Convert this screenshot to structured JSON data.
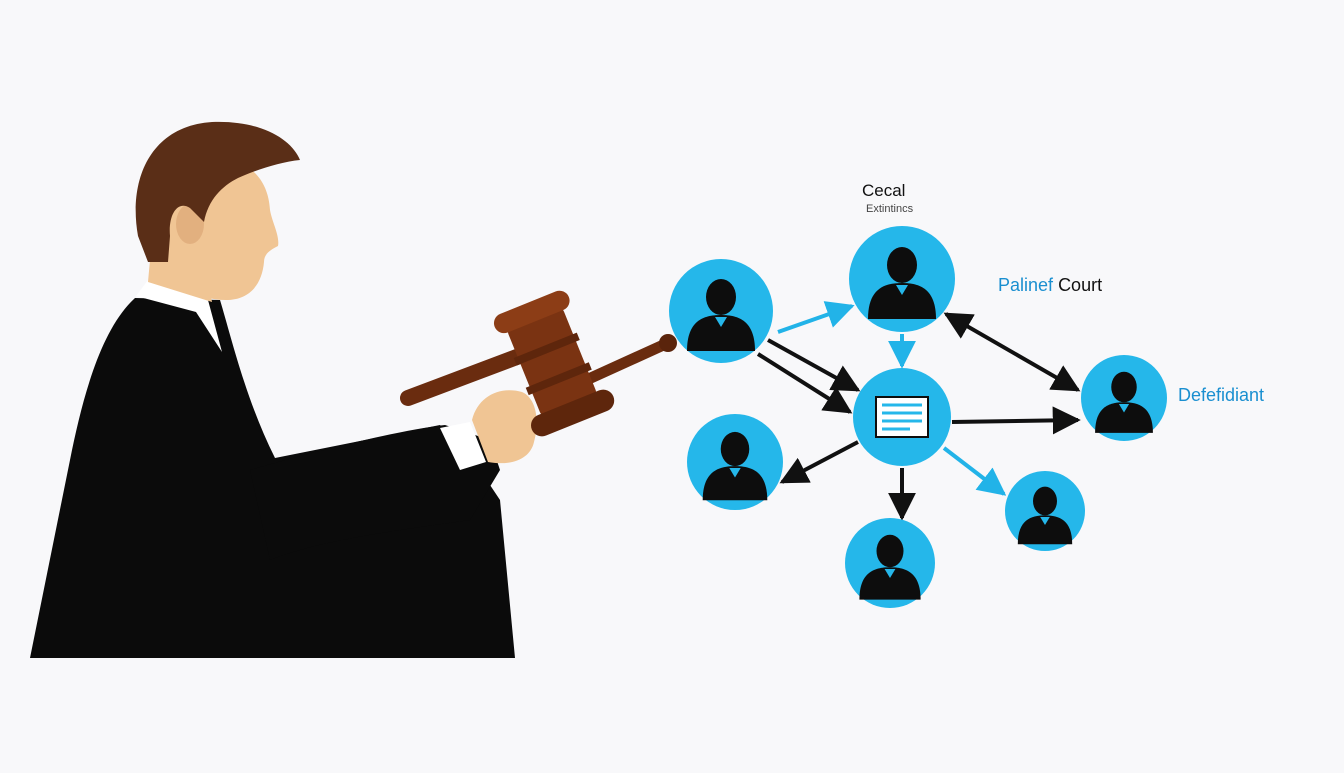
{
  "labels": {
    "title": "Cecal",
    "subtitle": "Extintincs",
    "court_word1": "Palinef",
    "court_word2": "Court",
    "defendant": "Defefidiant"
  },
  "colors": {
    "background": "#f8f8fa",
    "node_fill": "#25b7ea",
    "person_silhouette": "#0d0d0d",
    "arrow_black": "#111111",
    "arrow_blue": "#22b3e8",
    "robe": "#0b0b0b",
    "skin": "#f0c594",
    "hair": "#5a2e17",
    "gavel": "#7a3312",
    "label_blue": "#1a8fd0"
  },
  "icons": [
    "judge-figure",
    "gavel-icon",
    "person-icon",
    "document-icon",
    "arrow-icon"
  ],
  "nodes": [
    {
      "id": "node-top-left",
      "kind": "person"
    },
    {
      "id": "node-top",
      "kind": "person"
    },
    {
      "id": "node-center",
      "kind": "document"
    },
    {
      "id": "node-right",
      "kind": "person"
    },
    {
      "id": "node-left",
      "kind": "person"
    },
    {
      "id": "node-bottom",
      "kind": "person"
    },
    {
      "id": "node-bottom-right",
      "kind": "person"
    }
  ]
}
